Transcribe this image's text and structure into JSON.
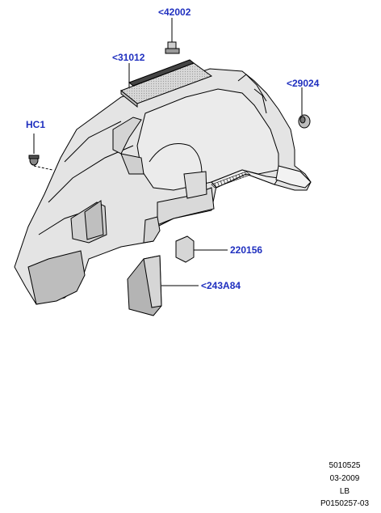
{
  "callouts": {
    "c42002": "<42002",
    "c31012": "<31012",
    "c29024": "<29024",
    "hc1": "HC1",
    "c220156": "220156",
    "c243a84": "<243A84"
  },
  "footer": {
    "code": "5010525",
    "date": "03-2009",
    "side": "LB",
    "ref": "P0150257-03"
  },
  "colors": {
    "callout": "#1f2fbf",
    "line": "#000000",
    "shade": "#e4e4e4"
  }
}
